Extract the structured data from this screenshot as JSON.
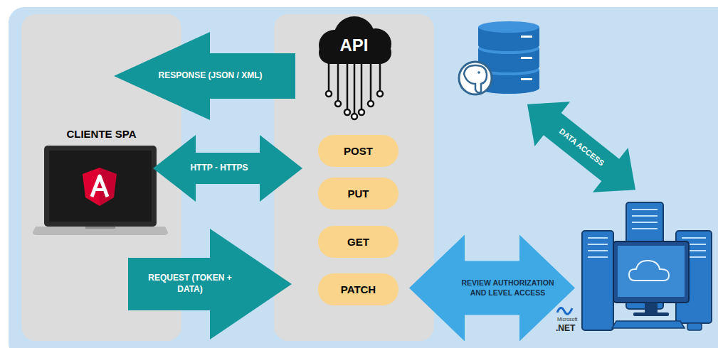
{
  "diagram": {
    "nodes": [
      {
        "text": [
          "CLIENTE SPA"
        ]
      },
      {
        "text": [
          "API"
        ]
      },
      {
        "text": [
          "POST"
        ],
        "in": 1
      },
      {
        "text": [
          "PUT"
        ],
        "in": 1
      },
      {
        "text": [
          "GET"
        ],
        "in": 1
      },
      {
        "text": [
          "PATCH"
        ],
        "in": 1
      },
      {
        "text": [
          "Microsoft",
          ".NET"
        ]
      }
    ],
    "edges": [
      {
        "from": 1,
        "to": 0,
        "arrow": "to",
        "label": "RESPONSE (JSON / XML)"
      },
      {
        "from": 0,
        "to": 1,
        "arrow": "both",
        "label": "HTTP - HTTPS"
      },
      {
        "from": 0,
        "to": 1,
        "arrow": "to",
        "label": "REQUEST (TOKEN + DATA)"
      },
      {
        "from": 5,
        "to": 6,
        "arrow": "both",
        "label": "REVIEW AUTHORIZATION AND LEVEL ACCESS"
      }
    ],
    "labels": [
      "DATA ACCESS"
    ]
  }
}
